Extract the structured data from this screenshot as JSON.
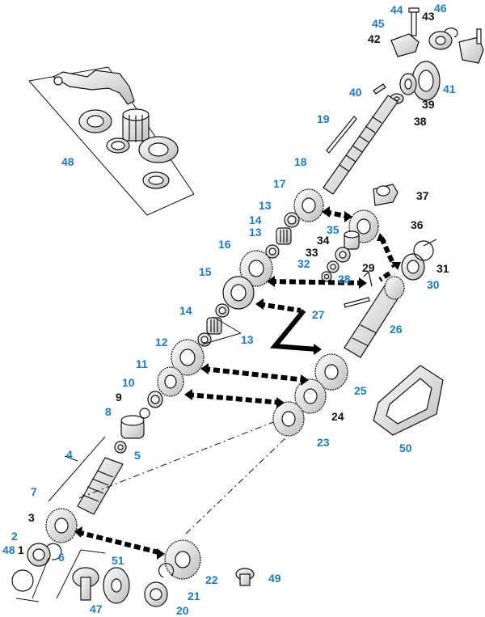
{
  "colors": {
    "blue_label": "#1f7ac2",
    "black_label": "#111111",
    "line": "#111111",
    "gear_shade": "#d9d9d9"
  },
  "callouts": {
    "n1": "1",
    "n2": "2",
    "n3": "3",
    "n4": "4",
    "n5": "5",
    "n6": "6",
    "n7": "7",
    "n8": "8",
    "n9": "9",
    "n10": "10",
    "n11": "11",
    "n12": "12",
    "n13a": "13",
    "n13b": "13",
    "n13c": "13",
    "n14a": "14",
    "n14b": "14",
    "n15": "15",
    "n16": "16",
    "n17": "17",
    "n18": "18",
    "n19": "19",
    "n20": "20",
    "n21": "21",
    "n22": "22",
    "n23": "23",
    "n24": "24",
    "n25": "25",
    "n26": "26",
    "n27": "27",
    "n28": "28",
    "n29": "29",
    "n30": "30",
    "n31": "31",
    "n32": "32",
    "n33": "33",
    "n34": "34",
    "n35": "35",
    "n36": "36",
    "n37": "37",
    "n38": "38",
    "n39": "39",
    "n40": "40",
    "n41": "41",
    "n42": "42",
    "n43": "43",
    "n44": "44",
    "n45": "45",
    "n46": "46",
    "n47": "47",
    "n48a": "48",
    "n48b": "48",
    "n49": "49",
    "n50": "50",
    "n51": "51"
  }
}
